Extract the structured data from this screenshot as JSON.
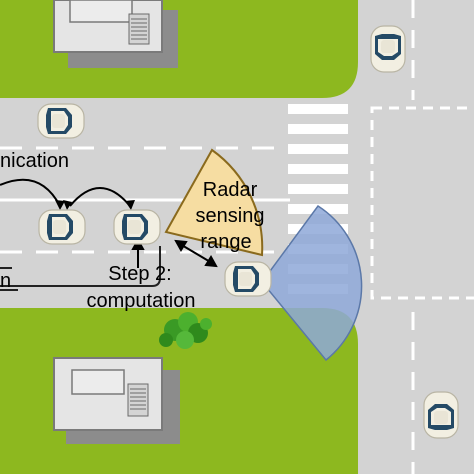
{
  "labels": {
    "communication_fragment": "nication",
    "radar_line1": "Radar",
    "radar_line2": "sensing",
    "radar_line3": "range",
    "step2_line1": "Step 2:",
    "step2_line2": "computation",
    "left_fragment": "n"
  },
  "colors": {
    "grass": "#8db81f",
    "road": "#d3d3d3",
    "lane_marking": "#ffffff",
    "building_roof": "#e5e5e5",
    "building_outline": "#7a7a7a",
    "building_shadow": "#8c8c8c",
    "radar_fill": "#f6dda2",
    "radar_stroke": "#8a6a1d",
    "blue_sector": "#8ea8d8",
    "car_body": "#f2efe2",
    "car_glass": "#244a66",
    "bush": "#3a9a25"
  },
  "icons": [
    "car-icon",
    "building-icon",
    "bush-icon",
    "radar-sector",
    "detection-sector"
  ]
}
